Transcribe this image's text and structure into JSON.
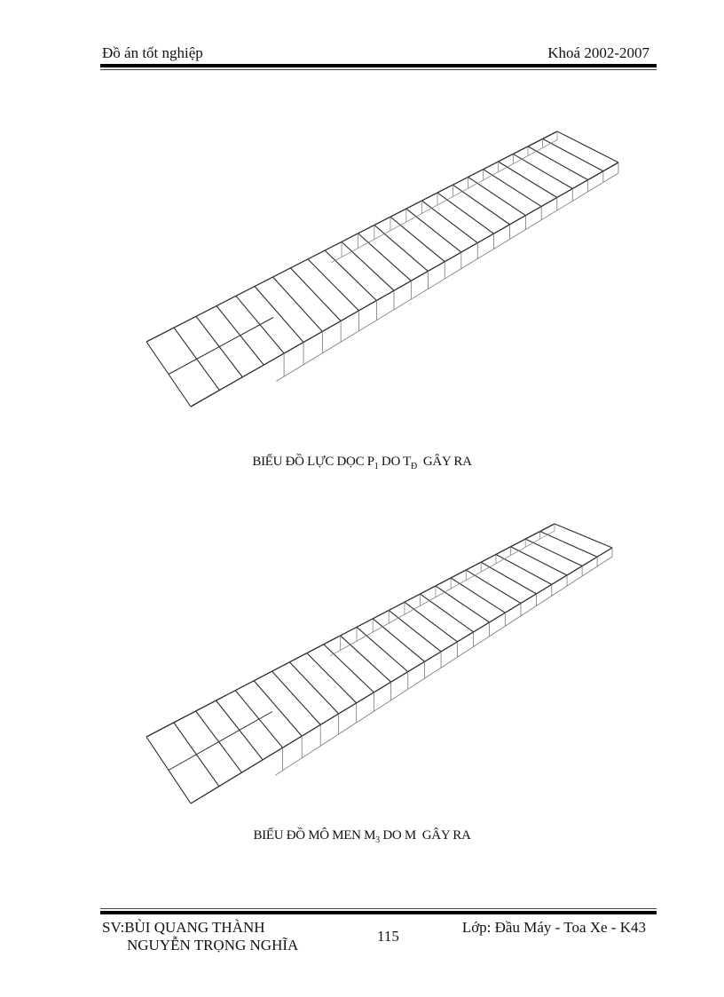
{
  "header": {
    "left": "Đồ án tốt nghiệp",
    "right": "Khoá 2002-2007"
  },
  "figures": [
    {
      "caption": {
        "main": "BIỂU ĐỒ LỰC DỌC P",
        "sub1": "1",
        "mid": " DO T",
        "sub2": "Đ",
        "end": "  GÂY RA"
      },
      "line_color": "#2b2b2b",
      "label_color": "#777777"
    },
    {
      "caption": {
        "main": "BIỂU ĐỒ MÔ MEN M",
        "sub1": "3",
        "mid": " DO M  GÂY RA",
        "sub2": "",
        "end": ""
      },
      "line_color": "#2b2b2b",
      "label_color": "#777777"
    }
  ],
  "footer": {
    "student_line1": "SV:BÙI  QUANG THÀNH",
    "student_line2": "NGUYỄN  TRỌNG NGHĨA",
    "page_number": "115",
    "class": "Lớp: Đầu Máy  - Toa Xe - K43"
  }
}
